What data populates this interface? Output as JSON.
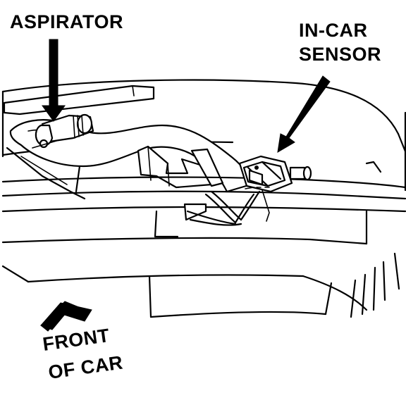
{
  "labels": {
    "aspirator": "ASPIRATOR",
    "in_car_line1": "IN-CAR",
    "in_car_line2": "SENSOR",
    "front_line1": "FRONT",
    "front_line2": "OF CAR"
  },
  "colors": {
    "ink": "#000000",
    "paper": "#ffffff"
  }
}
